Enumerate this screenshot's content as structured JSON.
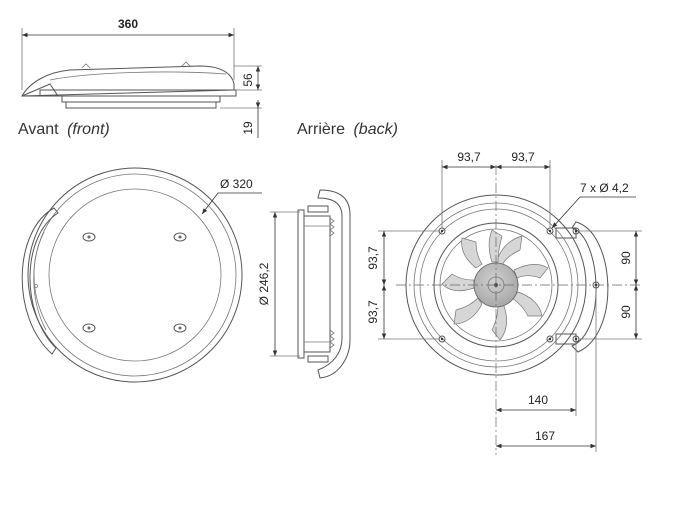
{
  "dimensions": {
    "width_top": "360",
    "height_cover": "56",
    "height_base": "19",
    "diameter_outer": "Ø 320",
    "diameter_inner": "Ø 246,2",
    "spacing_h_left": "93,7",
    "spacing_h_right": "93,7",
    "spacing_v_top": "93,7",
    "spacing_v_bottom": "93,7",
    "holes": "7 x Ø 4,2",
    "right_upper": "90",
    "right_lower": "90",
    "bottom_inner": "140",
    "bottom_outer": "167"
  },
  "captions": {
    "front_label": "Avant",
    "front_label_en": "(front)",
    "back_label": "Arrière",
    "back_label_en": "(back)"
  },
  "colors": {
    "line": "#555555",
    "fan_blade": "#d6d6d6",
    "fan_hub": "#b8b8b8"
  }
}
